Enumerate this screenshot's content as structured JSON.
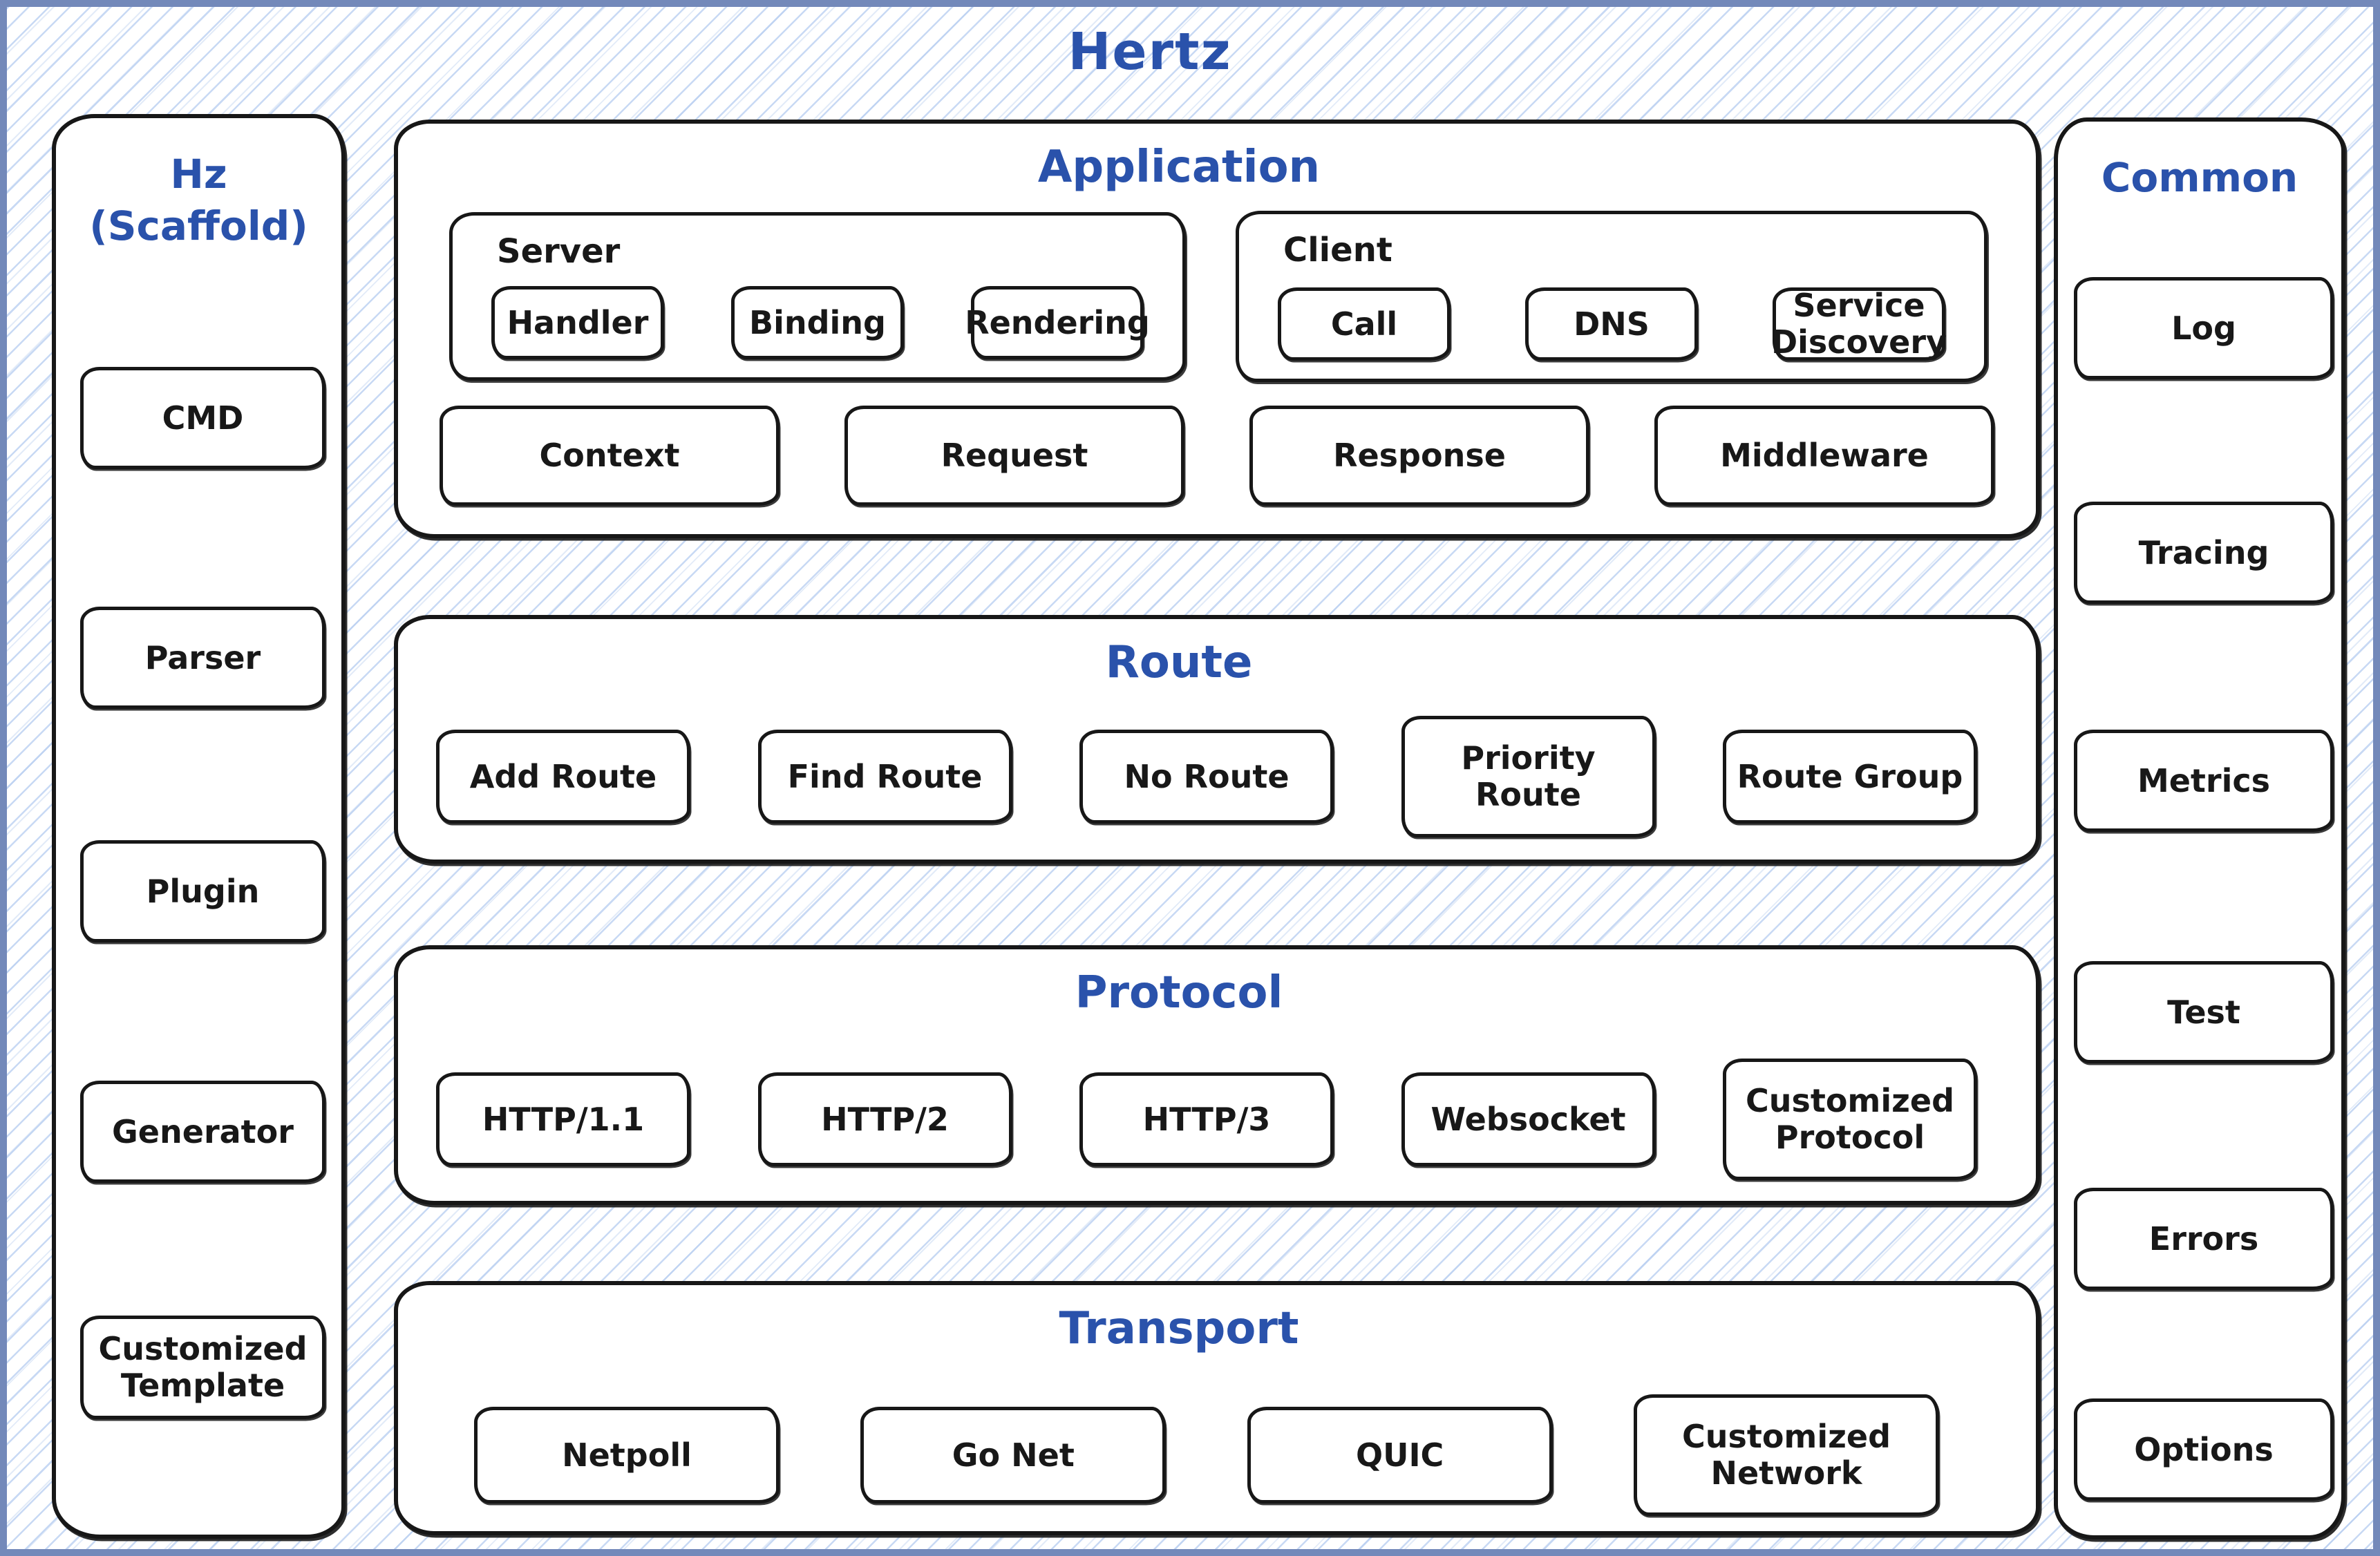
{
  "title": "Hertz",
  "colors": {
    "accent_blue": "#2a52ab",
    "frame_blue": "#7389ba",
    "hatch_blue": "#c5d5ef",
    "ink": "#171717",
    "panel_bg": "#ffffff"
  },
  "sidebar_left": {
    "title": "Hz (Scaffold)",
    "items": [
      "CMD",
      "Parser",
      "Plugin",
      "Generator",
      "Customized Template"
    ]
  },
  "sidebar_right": {
    "title": "Common",
    "items": [
      "Log",
      "Tracing",
      "Metrics",
      "Test",
      "Errors",
      "Options"
    ]
  },
  "sections": {
    "application": {
      "title": "Application",
      "server": {
        "label": "Server",
        "items": [
          "Handler",
          "Binding",
          "Rendering"
        ]
      },
      "client": {
        "label": "Client",
        "items": [
          "Call",
          "DNS",
          "Service Discovery"
        ]
      },
      "row": [
        "Context",
        "Request",
        "Response",
        "Middleware"
      ]
    },
    "route": {
      "title": "Route",
      "items": [
        "Add Route",
        "Find Route",
        "No Route",
        "Priority Route",
        "Route Group"
      ]
    },
    "protocol": {
      "title": "Protocol",
      "items": [
        "HTTP/1.1",
        "HTTP/2",
        "HTTP/3",
        "Websocket",
        "Customized Protocol"
      ]
    },
    "transport": {
      "title": "Transport",
      "items": [
        "Netpoll",
        "Go Net",
        "QUIC",
        "Customized Network"
      ]
    }
  }
}
